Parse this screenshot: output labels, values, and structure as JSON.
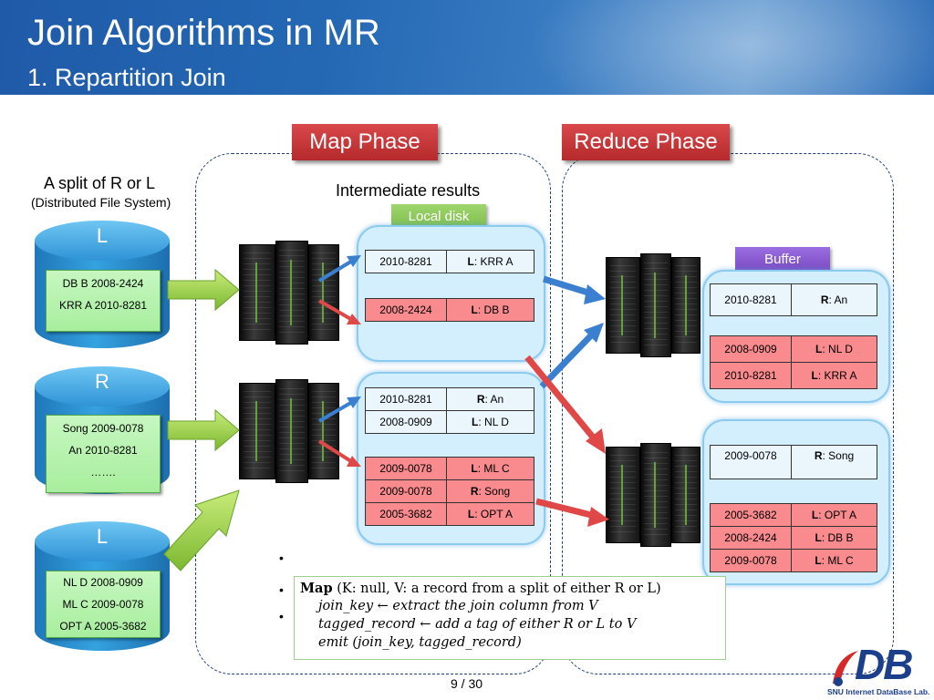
{
  "header": {
    "title": "Join Algorithms in MR",
    "subtitle": "1. Repartition Join"
  },
  "phases": {
    "map_label": "Map Phase",
    "reduce_label": "Reduce Phase"
  },
  "split": {
    "title": "A split of R or L",
    "subtitle": "(Distributed File System)",
    "cylinders": [
      {
        "letter": "L",
        "rows": [
          "DB B 2008-2424",
          "KRR A 2010-8281"
        ]
      },
      {
        "letter": "R",
        "rows": [
          "Song 2009-0078",
          "An 2010-8281",
          "……."
        ]
      },
      {
        "letter": "L",
        "rows": [
          "NL D 2008-0909",
          "ML C 2009-0078",
          "OPT A 2005-3682"
        ]
      }
    ]
  },
  "intermediate": {
    "title": "Intermediate results",
    "local_disk_label": "Local disk",
    "local_disk_color": "#8cc85a",
    "box1": {
      "white": [
        {
          "key": "2010-8281",
          "tag": "L",
          "value": ": KRR A"
        }
      ],
      "red": [
        {
          "key": "2008-2424",
          "tag": "L",
          "value": ": DB B"
        }
      ]
    },
    "box2": {
      "white": [
        {
          "key": "2010-8281",
          "tag": "R",
          "value": ": An"
        },
        {
          "key": "2008-0909",
          "tag": "L",
          "value": ": NL D"
        }
      ],
      "red": [
        {
          "key": "2009-0078",
          "tag": "L",
          "value": ": ML C"
        },
        {
          "key": "2009-0078",
          "tag": "R",
          "value": ": Song"
        },
        {
          "key": "2005-3682",
          "tag": "L",
          "value": ": OPT A"
        }
      ]
    }
  },
  "reduce": {
    "buffer_label": "Buffer",
    "buffer_color": "#8a5bd0",
    "box1": {
      "white": [
        {
          "key": "2010-8281",
          "tag": "R",
          "value": ": An"
        }
      ],
      "red": [
        {
          "key": "2008-0909",
          "tag": "L",
          "value": ": NL D"
        },
        {
          "key": "2010-8281",
          "tag": "L",
          "value": ": KRR A"
        }
      ]
    },
    "box2": {
      "white": [
        {
          "key": "2009-0078",
          "tag": "R",
          "value": ": Song"
        }
      ],
      "red": [
        {
          "key": "2005-3682",
          "tag": "L",
          "value": ": OPT A"
        },
        {
          "key": "2008-2424",
          "tag": "L",
          "value": ": DB B"
        },
        {
          "key": "2009-0078",
          "tag": "L",
          "value": ": ML C"
        }
      ]
    }
  },
  "formula": {
    "line1_head": "Map",
    "line1_rest": " (K: null, V: a record from a split of either R or L)",
    "line2": "join_key ← extract the join column from V",
    "line3": "tagged_record ← add a tag of either R or L to V",
    "line4": "emit (join_key, tagged_record)"
  },
  "footer": {
    "page": "9 / 30",
    "logo_text": "DB",
    "logo_caption": "SNU Internet DataBase Lab."
  },
  "colors": {
    "header_blue": "#2468b4",
    "phase_red": "#c43a3c",
    "arrow_blue": "#3a7fd0",
    "arrow_red": "#e04848",
    "arrow_green": "#8cc83c"
  }
}
